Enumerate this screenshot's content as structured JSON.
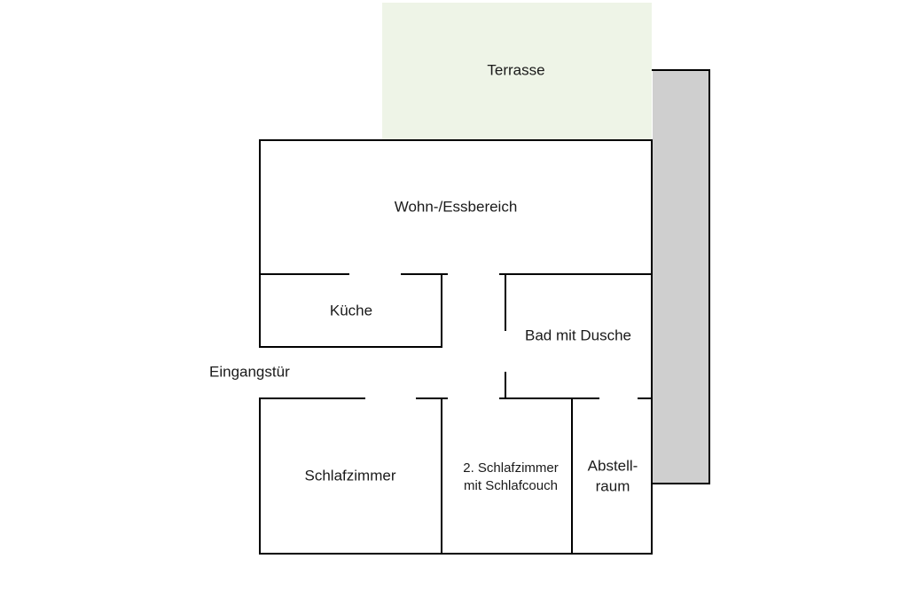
{
  "colors": {
    "background": "#ffffff",
    "terrace_fill": "#eef4e7",
    "side_fill": "#cfcfcf",
    "wall": "#000000",
    "text": "#1a1a1a"
  },
  "rooms": {
    "terrasse": "Terrasse",
    "wohn_essbereich": "Wohn-/Essbereich",
    "kueche": "Küche",
    "bad": "Bad mit Dusche",
    "eingang": "Eingangstür",
    "schlafzimmer": "Schlafzimmer",
    "schlafzimmer2_line1": "2. Schlafzimmer",
    "schlafzimmer2_line2": "mit Schlafcouch",
    "abstell_line1": "Abstell-",
    "abstell_line2": "raum"
  }
}
